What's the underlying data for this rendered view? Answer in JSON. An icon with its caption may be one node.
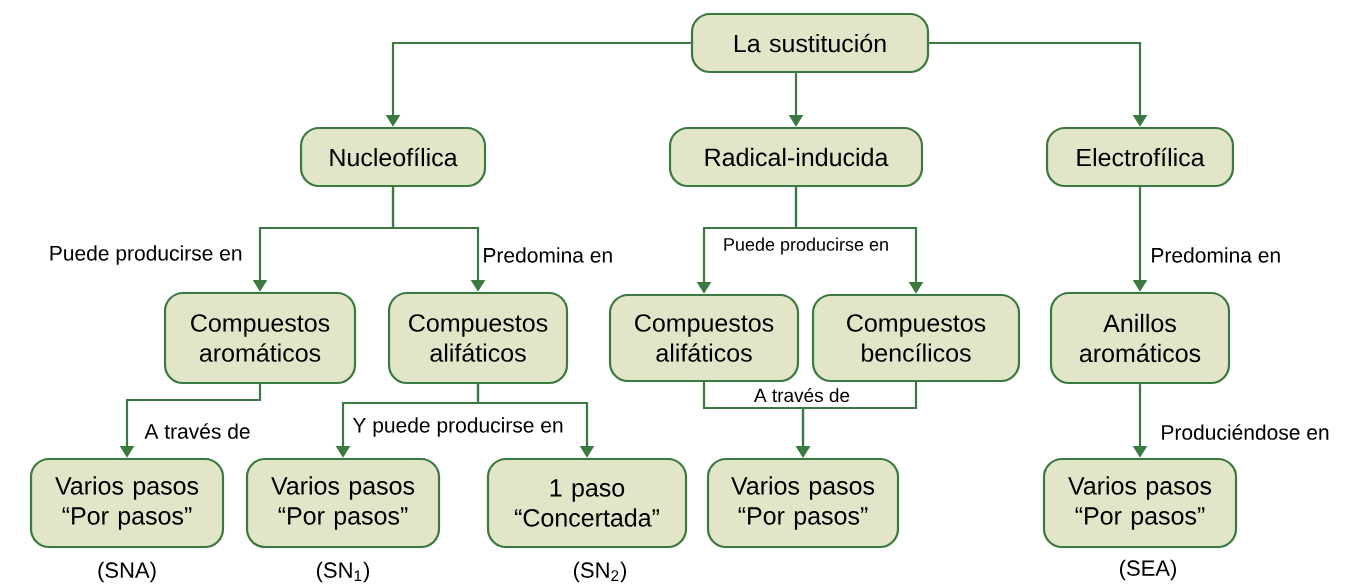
{
  "diagram": {
    "nodes": [
      {
        "text": [
          "La sustitución"
        ]
      },
      {
        "text": [
          "Nucleofílica"
        ]
      },
      {
        "text": [
          "Radical-inducida"
        ]
      },
      {
        "text": [
          "Electrofílica"
        ]
      },
      {
        "text": [
          "Compuestos aromáticos"
        ]
      },
      {
        "text": [
          "Compuestos alifáticos"
        ]
      },
      {
        "text": [
          "Compuestos alifáticos"
        ]
      },
      {
        "text": [
          "Compuestos bencílicos"
        ]
      },
      {
        "text": [
          "Anillos aromáticos"
        ]
      },
      {
        "text": [
          "Varios pasos “Por pasos”"
        ],
        "beside": [
          "(SNA)"
        ]
      },
      {
        "text": [
          "Varios pasos “Por pasos”"
        ],
        "beside": [
          "(SN$_{1}$)"
        ]
      },
      {
        "text": [
          "1 paso “Concertada”"
        ],
        "beside": [
          "(SN$_{2}$)"
        ]
      },
      {
        "text": [
          "Varios pasos “Por pasos”"
        ]
      },
      {
        "text": [
          "Varios pasos “Por pasos”"
        ],
        "beside": [
          "(SEA)"
        ]
      }
    ],
    "edges": [
      {
        "from": 0,
        "to": 1,
        "arrow": "to"
      },
      {
        "from": 0,
        "to": 2,
        "arrow": "to"
      },
      {
        "from": 0,
        "to": 3,
        "arrow": "to"
      },
      {
        "from": 1,
        "to": 4,
        "arrow": "to",
        "label": "Puede producirse en"
      },
      {
        "from": 1,
        "to": 5,
        "arrow": "to",
        "label": "Predomina en"
      },
      {
        "from": 2,
        "to": 6,
        "arrow": "to",
        "label": "Puede producirse en"
      },
      {
        "from": 2,
        "to": 7,
        "arrow": "to"
      },
      {
        "from": 3,
        "to": 8,
        "arrow": "to",
        "label": "Predomina en"
      },
      {
        "from": 4,
        "to": 9,
        "arrow": "to",
        "label": "A través de"
      },
      {
        "from": 5,
        "to": 10,
        "arrow": "to",
        "label": "Y puede producirse en"
      },
      {
        "from": 5,
        "to": 11,
        "arrow": "to"
      },
      {
        "from": 6,
        "to": 12,
        "arrow": "to",
        "label": "A través de"
      },
      {
        "from": 7,
        "to": 12,
        "arrow": "to"
      },
      {
        "from": 8,
        "to": 13,
        "arrow": "to",
        "label": "Produciéndose en"
      }
    ]
  }
}
